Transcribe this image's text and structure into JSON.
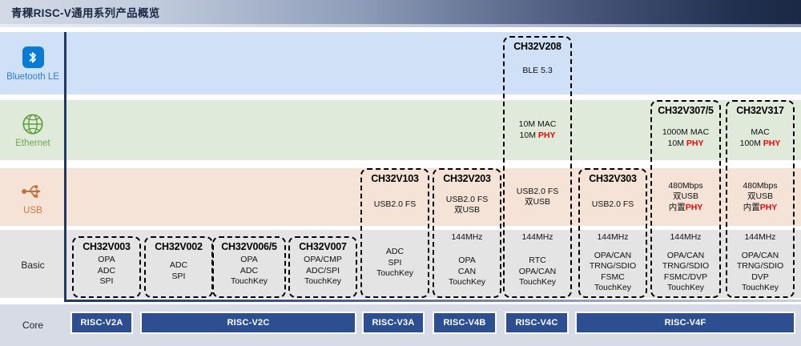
{
  "header": {
    "title": "青稞RISC-V通用系列产品概览"
  },
  "rows": [
    {
      "key": "ble",
      "label": "Bluetooth LE",
      "icon": "bluetooth-icon",
      "color": "#cfe0f7",
      "text_color": "#2b7fd4"
    },
    {
      "key": "eth",
      "label": "Ethernet",
      "icon": "ethernet-globe-icon",
      "color": "#e0eada",
      "text_color": "#6aa84f"
    },
    {
      "key": "usb",
      "label": "USB",
      "icon": "usb-trident-icon",
      "color": "#f5e3d7",
      "text_color": "#cc7a3f"
    },
    {
      "key": "basic",
      "label": "Basic",
      "icon": "none",
      "color": "#e4e4e4",
      "text_color": "#222222"
    },
    {
      "key": "core",
      "label": "Core",
      "icon": "none",
      "color": "#d7dbe6",
      "text_color": "#222222"
    }
  ],
  "chips": [
    {
      "name": "CH32V003",
      "ble": null,
      "eth": null,
      "usb": null,
      "basic": [
        "OPA",
        "ADC",
        "SPI"
      ]
    },
    {
      "name": "CH32V002",
      "ble": null,
      "eth": null,
      "usb": null,
      "basic": [
        "ADC",
        "SPI"
      ]
    },
    {
      "name": "CH32V006/5",
      "ble": null,
      "eth": null,
      "usb": null,
      "basic": [
        "OPA",
        "ADC",
        "TouchKey"
      ]
    },
    {
      "name": "CH32V007",
      "ble": null,
      "eth": null,
      "usb": null,
      "basic": [
        "OPA/CMP",
        "ADC/SPI",
        "TouchKey"
      ]
    },
    {
      "name": "CH32V103",
      "ble": null,
      "eth": null,
      "usb": [
        "USB2.0 FS"
      ],
      "basic": [
        "ADC",
        "SPI",
        "TouchKey"
      ]
    },
    {
      "name": "CH32V203",
      "ble": null,
      "eth": null,
      "usb": [
        "USB2.0 FS",
        "双USB"
      ],
      "basic_top": [
        "144MHz"
      ],
      "basic": [
        "OPA",
        "CAN",
        "TouchKey"
      ]
    },
    {
      "name": "CH32V208",
      "ble": [
        "BLE 5.3"
      ],
      "eth": [
        "10M MAC",
        "10M PHY"
      ],
      "usb": [
        "USB2.0 FS",
        "双USB"
      ],
      "basic_top": [
        "144MHz"
      ],
      "basic": [
        "RTC",
        "OPA/CAN",
        "TouchKey"
      ]
    },
    {
      "name": "CH32V303",
      "ble": null,
      "eth": null,
      "usb": [
        "USB2.0 FS"
      ],
      "basic_top": [
        "144MHz"
      ],
      "basic": [
        "OPA/CAN",
        "TRNG/SDIO",
        "FSMC",
        "TouchKey"
      ]
    },
    {
      "name": "CH32V307/5",
      "ble": null,
      "eth": [
        "1000M MAC",
        "10M PHY"
      ],
      "usb": [
        "480Mbps",
        "双USB",
        "内置PHY"
      ],
      "basic_top": [
        "144MHz"
      ],
      "basic": [
        "OPA/CAN",
        "TRNG/SDIO",
        "FSMC/DVP",
        "TouchKey"
      ]
    },
    {
      "name": "CH32V317",
      "ble": null,
      "eth": [
        "MAC",
        "100M PHY"
      ],
      "usb": [
        "480Mbps",
        "双USB",
        "内置PHY"
      ],
      "basic_top": [
        "144MHz"
      ],
      "basic": [
        "OPA/CAN",
        "TRNG/SDIO",
        "DVP",
        "TouchKey"
      ]
    }
  ],
  "eth_red_tokens": [
    "PHY"
  ],
  "usb_red_tokens": [
    "PHY"
  ],
  "cores": [
    {
      "label": "RISC-V2A"
    },
    {
      "label": "RISC-V2C"
    },
    {
      "label": "RISC-V3A"
    },
    {
      "label": "RISC-V4B"
    },
    {
      "label": "RISC-V4C"
    },
    {
      "label": "RISC-V4F"
    }
  ],
  "colors": {
    "core_block": "#2d4f91",
    "core_strip": "#d7dbe6",
    "axis": "#1f3864",
    "red_accent": "#ff0000",
    "header_dark": "#1b2844",
    "header_light": "#d3dae6"
  }
}
